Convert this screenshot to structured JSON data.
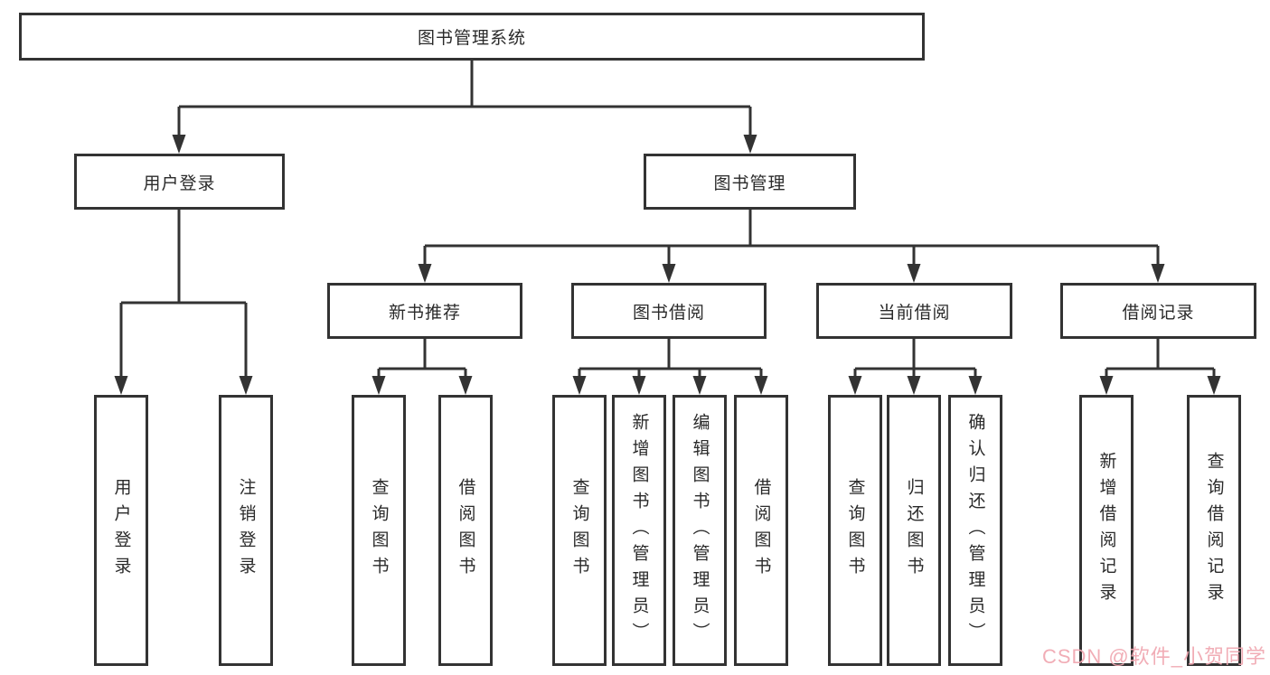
{
  "tree": {
    "root": {
      "label": "图书管理系统"
    },
    "level2": [
      {
        "label": "用户登录",
        "leaves": [
          {
            "label": "用户登录"
          },
          {
            "label": "注销登录"
          }
        ]
      },
      {
        "label": "图书管理",
        "level3": [
          {
            "label": "新书推荐",
            "leaves": [
              {
                "label": "查询图书"
              },
              {
                "label": "借阅图书"
              }
            ]
          },
          {
            "label": "图书借阅",
            "leaves": [
              {
                "label": "查询图书"
              },
              {
                "label": "新增图书（管理员）"
              },
              {
                "label": "编辑图书（管理员）"
              },
              {
                "label": "借阅图书"
              }
            ]
          },
          {
            "label": "当前借阅",
            "leaves": [
              {
                "label": "查询图书"
              },
              {
                "label": "归还图书"
              },
              {
                "label": "确认归还（管理员）"
              }
            ]
          },
          {
            "label": "借阅记录",
            "leaves": [
              {
                "label": "新增借阅记录"
              },
              {
                "label": "查询借阅记录"
              }
            ]
          }
        ]
      }
    ]
  },
  "watermark": {
    "text": "CSDN @软件_小贺同学",
    "color": "#f0a6b0"
  },
  "colors": {
    "line": "#333333",
    "box_border": "#333333",
    "box_background": "#ffffff",
    "text": "#2a2a2a",
    "page_background": "#ffffff"
  }
}
